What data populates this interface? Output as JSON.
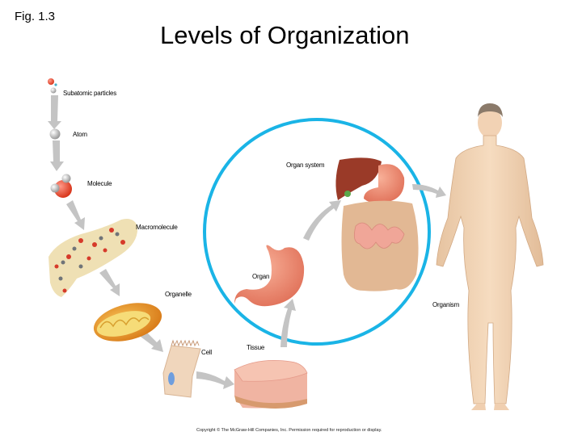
{
  "figure_label": "Fig. 1.3",
  "title": "Levels of Organization",
  "levels": [
    {
      "label": "Subatomic particles",
      "icon": "subatomic-particles-icon"
    },
    {
      "label": "Atom",
      "icon": "atom-icon"
    },
    {
      "label": "Molecule",
      "icon": "molecule-icon"
    },
    {
      "label": "Macromolecule",
      "icon": "macromolecule-icon"
    },
    {
      "label": "Organelle",
      "icon": "mitochondrion-icon"
    },
    {
      "label": "Cell",
      "icon": "cell-icon"
    },
    {
      "label": "Tissue",
      "icon": "tissue-icon"
    },
    {
      "label": "Organ",
      "icon": "stomach-icon"
    },
    {
      "label": "Organ system",
      "icon": "digestive-system-icon"
    },
    {
      "label": "Organism",
      "icon": "human-body-icon"
    }
  ],
  "highlight_circle_color": "#1ab4e6",
  "arrow_color": "#c4c4c4",
  "copyright": "Copyright © The McGraw-Hill Companies, Inc. Permission required for reproduction or display."
}
